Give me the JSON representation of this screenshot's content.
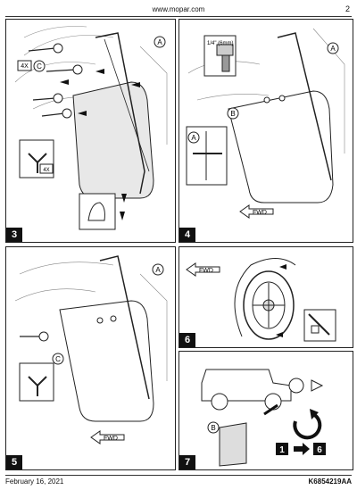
{
  "header": {
    "url": "www.mopar.com",
    "page_number": "2"
  },
  "panels": [
    {
      "step": "3",
      "callouts": [
        "A",
        "C"
      ],
      "qty1": "4X",
      "qty2": "4X"
    },
    {
      "step": "4",
      "callouts": [
        "A",
        "B",
        "A"
      ],
      "drill": "1/4\"\n(6mm)",
      "fwd": "FWD"
    },
    {
      "step": "5",
      "callouts": [
        "A",
        "C"
      ],
      "fwd": "FWD"
    },
    {
      "step": "6",
      "fwd": "FWD"
    },
    {
      "step": "7",
      "callouts": [
        "B"
      ],
      "range_from": "1",
      "range_to": "6"
    }
  ],
  "footer": {
    "date": "February 16, 2021",
    "part": "K6854219AA"
  }
}
